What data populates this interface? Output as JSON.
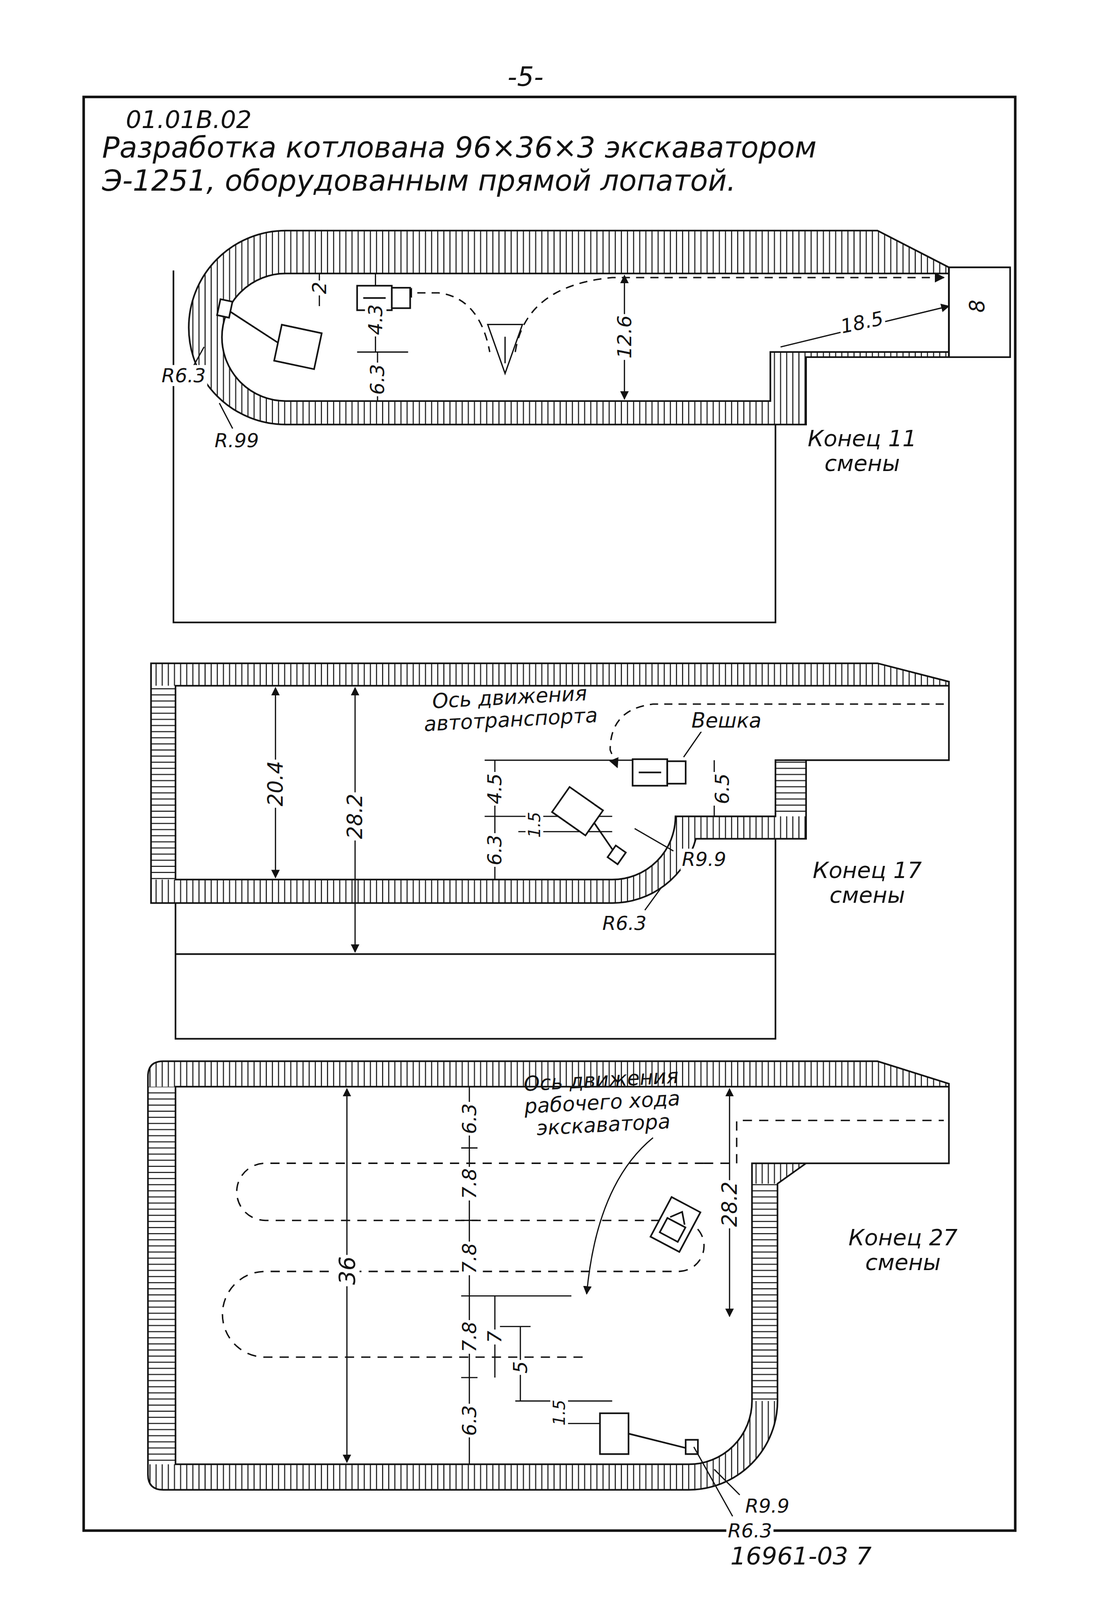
{
  "diagram": {
    "title": "Разработка котлована 96×36×3 экскаватором Э-1251, оборудованным прямой лопатой.",
    "labels": [
      "-5-",
      "01.01В.02",
      "2",
      "4.3",
      "12.6",
      "18.5",
      "8",
      "R6.3",
      "6.3",
      "R.99",
      "Конец 11 смены",
      "Ось движения автотранспорта",
      "Вешка",
      "20.4",
      "28.2",
      "6.5",
      "4.5",
      "1.5",
      "6.3",
      "R9.9",
      "R6.3",
      "Конец 17 смены",
      "Ось движения рабочего хода экскаватора",
      "6.3",
      "36",
      "7.8",
      "28.2",
      "Конец 27 смены",
      "7.8",
      "7.8",
      "7",
      "5",
      "1.5",
      "6.3",
      "R9.9",
      "R6.3",
      "16961-03 7"
    ]
  }
}
